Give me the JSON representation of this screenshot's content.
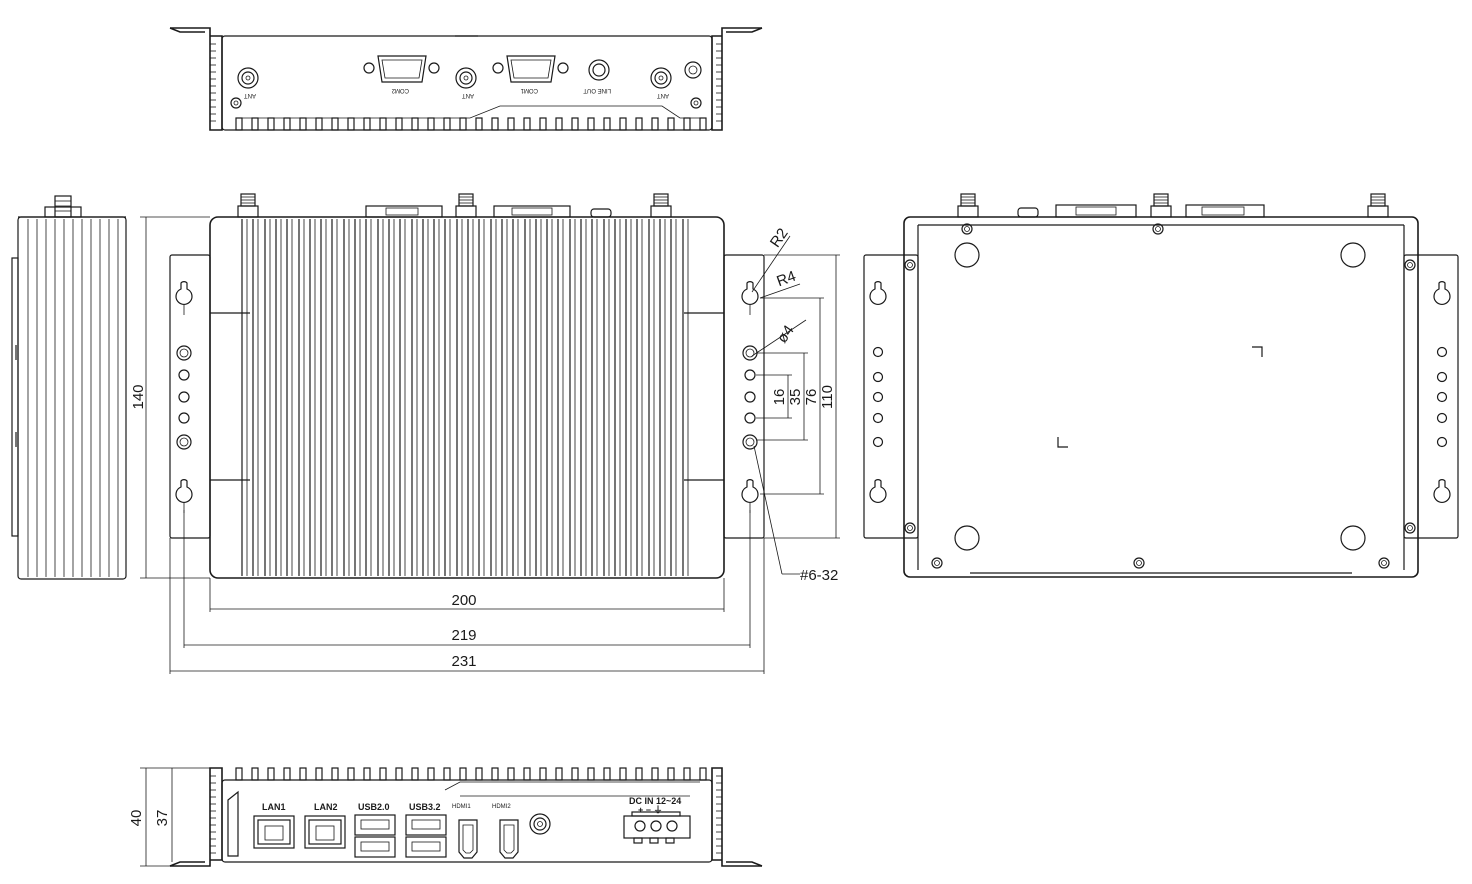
{
  "dimensions": {
    "width_200": "200",
    "width_219": "219",
    "width_231": "231",
    "height_140": "140",
    "hole_16": "16",
    "hole_35": "35",
    "hole_76": "76",
    "hole_110": "110",
    "radius_r2": "R2",
    "radius_r4": "R4",
    "diameter_4": "ø4",
    "screw_thread": "#6-32",
    "front_height_40": "40",
    "front_height_37": "37"
  },
  "top_panel_labels": {
    "ant_1": "ANT",
    "com2": "COM2",
    "ant_2": "ANT",
    "com1": "COM1",
    "line_out": "LINE OUT",
    "ant_3": "ANT"
  },
  "front_panel_labels": {
    "lan1": "LAN1",
    "lan2": "LAN2",
    "usb20": "USB2.0",
    "usb32": "USB3.2",
    "hdmi1": "HDMI1",
    "hdmi2": "HDMI2",
    "dc_in": "DC IN 12~24",
    "polarity": "+ − ⏚"
  }
}
